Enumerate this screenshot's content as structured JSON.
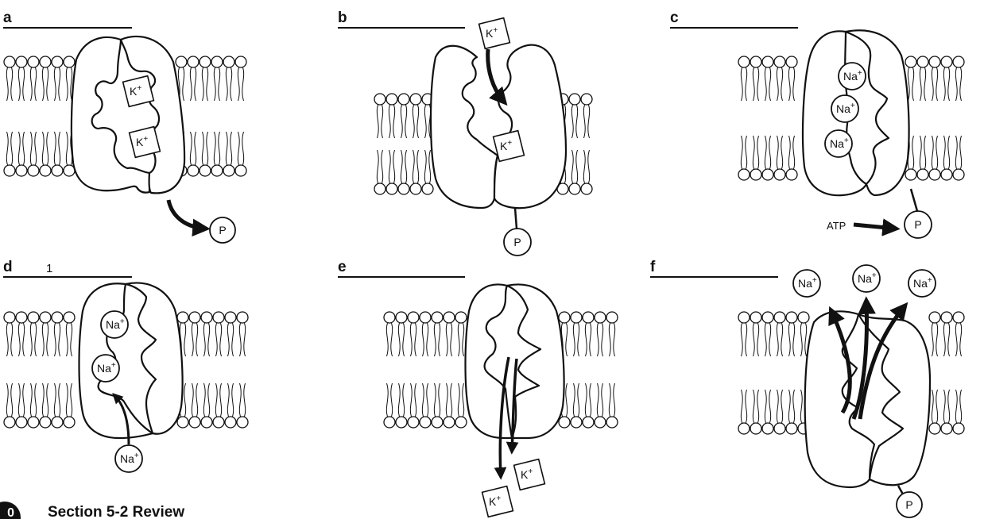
{
  "panels": [
    {
      "id": "a",
      "label": "a",
      "answer": ""
    },
    {
      "id": "b",
      "label": "b",
      "answer": ""
    },
    {
      "id": "c",
      "label": "c",
      "answer": ""
    },
    {
      "id": "d",
      "label": "d",
      "answer": "1"
    },
    {
      "id": "e",
      "label": "e",
      "answer": ""
    },
    {
      "id": "f",
      "label": "f",
      "answer": ""
    }
  ],
  "ions": {
    "potassium": "K",
    "sodium": "Na",
    "charge": "+"
  },
  "phosphate": "P",
  "atp": "ATP",
  "footer": {
    "page_number": "0",
    "section_title": "Section 5-2 Review"
  }
}
